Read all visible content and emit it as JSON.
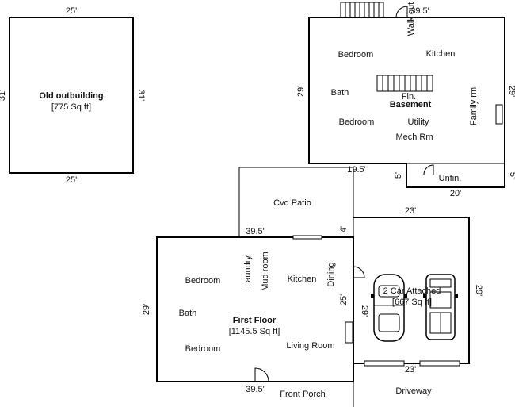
{
  "outbuilding": {
    "title": "Old outbuilding",
    "area": "[775 Sq ft]",
    "dim_top": "25'",
    "dim_bottom": "25'",
    "dim_left": "31'",
    "dim_right": "31'"
  },
  "basement": {
    "title": "Basement",
    "dim_top": "39.5'",
    "dim_left": "29'",
    "dim_right": "29'",
    "dim_bottom_left": "19.5'",
    "dim_bottom_right": "20'",
    "dim_step_left": "5'",
    "dim_step_right": "5'",
    "rooms": {
      "bedroom1": "Bedroom",
      "kitchen": "Kitchen",
      "bath": "Bath",
      "fin": "Fin.",
      "bedroom2": "Bedroom",
      "utility": "Utility",
      "mech": "Mech Rm",
      "family": "Family rm",
      "unfin": "Unfin.",
      "walkout": "Walk out"
    }
  },
  "patio": {
    "label": "Cvd Patio",
    "dim_bottom": "39.5'",
    "dim_right": "4'"
  },
  "first_floor": {
    "title": "First Floor",
    "area": "[1145.5 Sq ft]",
    "dim_left": "29'",
    "dim_bottom": "39.5'",
    "dim_right": "25'",
    "rooms": {
      "bedroom1": "Bedroom",
      "laundry": "Laundry",
      "mud": "Mud room",
      "kitchen": "Kitchen",
      "dining": "Dining",
      "bath": "Bath",
      "bedroom2": "Bedroom",
      "living": "Living Room"
    },
    "porch": "Front Porch"
  },
  "garage": {
    "title": "2 Car Attached",
    "area": "[667 Sq ft]",
    "dim_top": "23'",
    "dim_bottom": "23'",
    "dim_left": "29'",
    "dim_right": "29'"
  },
  "driveway": "Driveway"
}
